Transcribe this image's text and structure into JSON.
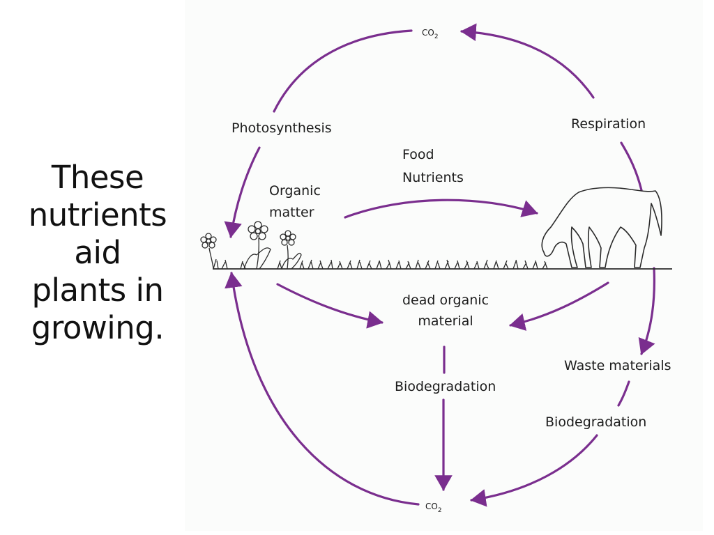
{
  "caption": {
    "lines": [
      "These",
      "nutrients",
      "aid",
      "plants in",
      "growing."
    ]
  },
  "diagram": {
    "labels": {
      "co2_top": "CO",
      "co2_bottom": "CO",
      "co2_subscript": "2",
      "photosynthesis": "Photosynthesis",
      "respiration": "Respiration",
      "food_line1": "Food",
      "food_line2": "Nutrients",
      "organic_line1": "Organic",
      "organic_line2": "matter",
      "dead_line1": "dead organic",
      "dead_line2": "material",
      "biodegradation_center": "Biodegradation",
      "waste_materials": "Waste materials",
      "biodegradation_right": "Biodegradation"
    },
    "colors": {
      "arrow": "#7a2e8e",
      "ink": "#1c1c1c",
      "background": "#fbfcfb"
    },
    "icons": [
      "flower-icon",
      "horse-icon",
      "grass-icon"
    ]
  }
}
